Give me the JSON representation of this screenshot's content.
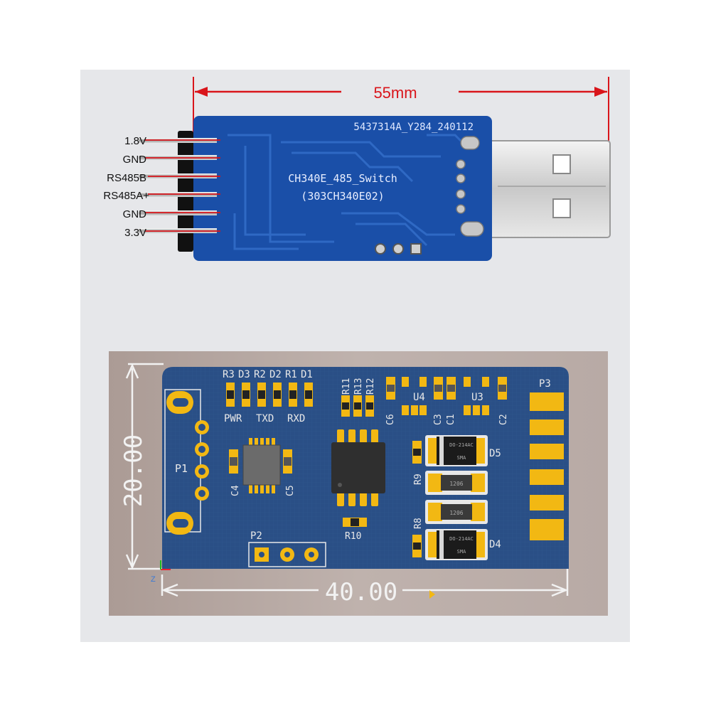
{
  "top_photo": {
    "dimension": "55mm",
    "board_code": "5437314A_Y284_240112",
    "board_name": "CH340E_485_Switch",
    "board_part": "(303CH340E02)",
    "pin_labels": [
      "1.8V",
      "GND",
      "RS485B",
      "RS485A+",
      "GND",
      "3.3V"
    ]
  },
  "render": {
    "width_dim": "40.00",
    "height_dim": "20.00",
    "ref_top": [
      "R3",
      "D3",
      "R2",
      "D2",
      "R1",
      "D1"
    ],
    "led_labels": [
      "PWR",
      "TXD",
      "RXD"
    ],
    "r_vert": [
      "R11",
      "R13",
      "R12"
    ],
    "c6": "C6",
    "u4": "U4",
    "c3": "C3",
    "c1": "C1",
    "u3": "U3",
    "c2": "C2",
    "p3": "P3",
    "p1": "P1",
    "c4": "C4",
    "c5": "C5",
    "r9": "R9",
    "r8": "R8",
    "d5": "D5",
    "d4": "D4",
    "r10": "R10",
    "p2": "P2",
    "diode_marking": "SMA",
    "diode_code": "DO-214AC",
    "tvs_code": "1206",
    "axis_z": "Z"
  },
  "colors": {
    "pcb_blue": "#1a4fa8",
    "render_blue": "#2a4f86",
    "gold": "#f2b813",
    "dimension_red": "#d9151b"
  }
}
